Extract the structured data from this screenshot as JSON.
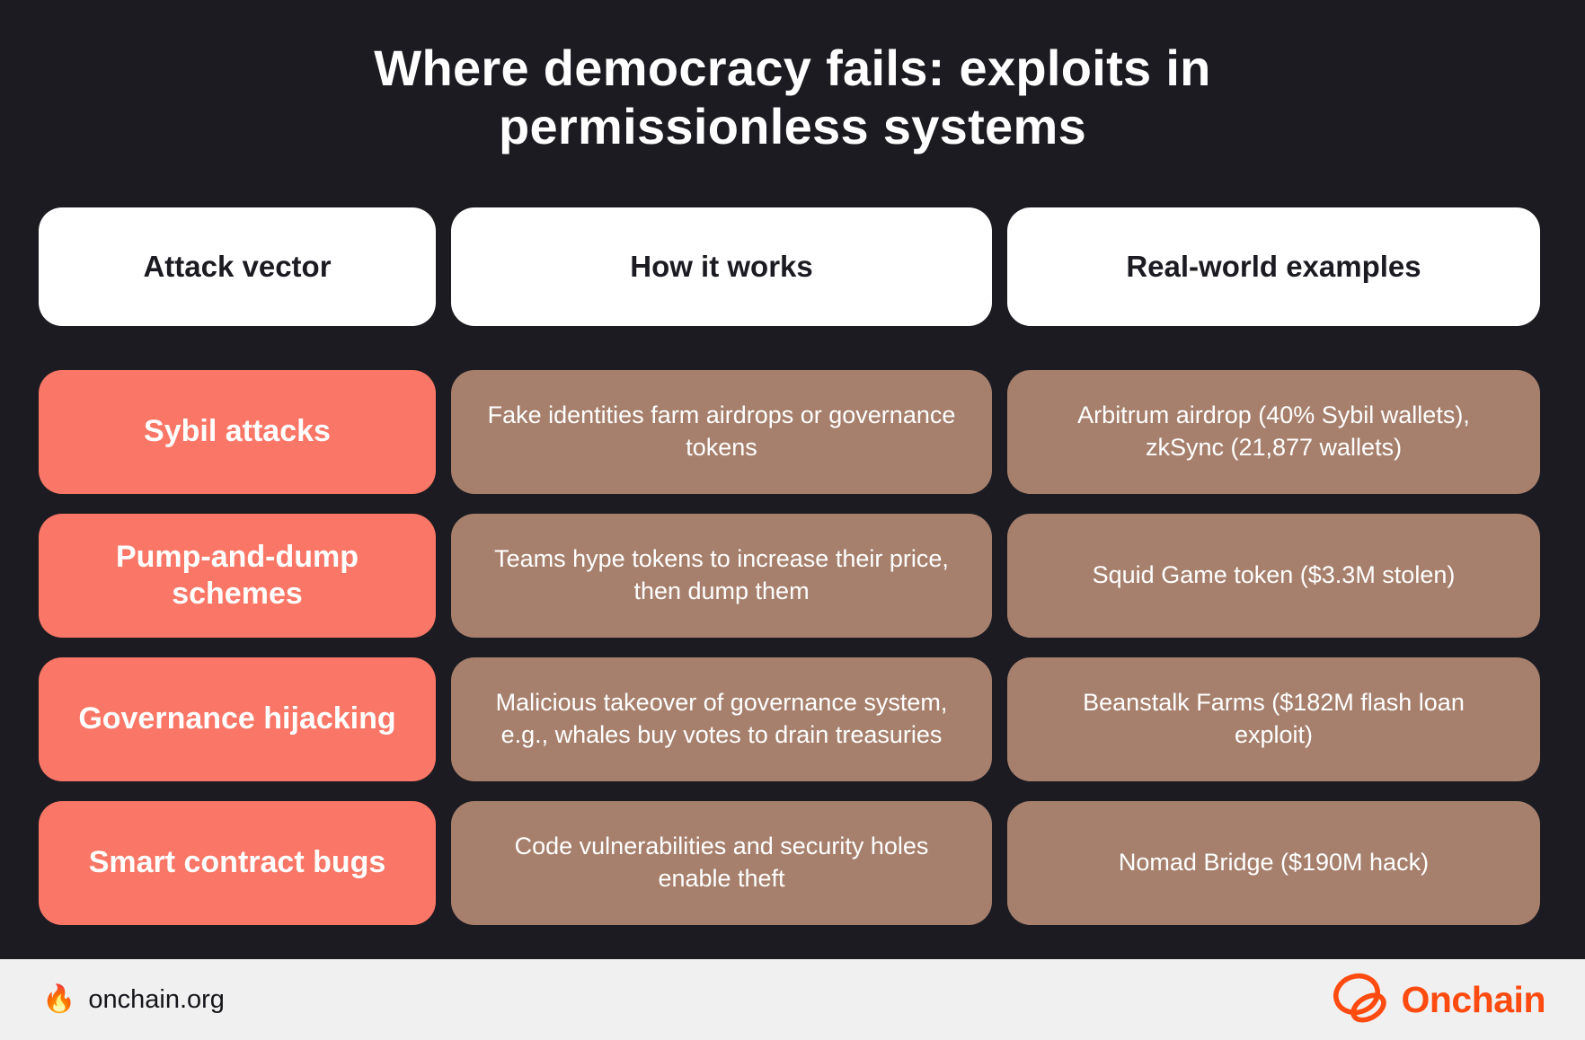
{
  "title": {
    "line1": "Where democracy fails: exploits in",
    "line2": "permissionless systems"
  },
  "colors": {
    "background": "#1B1B21",
    "header_cell_bg": "#FFFFFF",
    "attack_cell_bg": "#FA7666",
    "detail_cell_bg": "#A7806D",
    "footer_bg": "#F0F0F1",
    "brand_orange": "#FF4B0F",
    "text_light": "#FFFFFF",
    "text_dark": "#1B1B21"
  },
  "table": {
    "headers": [
      {
        "label": "Attack vector"
      },
      {
        "label": "How it works"
      },
      {
        "label": "Real-world examples"
      }
    ],
    "rows": [
      {
        "attack": "Sybil attacks",
        "how": "Fake identities farm airdrops or governance tokens",
        "example": "Arbitrum airdrop (40% Sybil wallets), zkSync (21,877 wallets)"
      },
      {
        "attack": "Pump-and-dump schemes",
        "how": "Teams hype tokens to increase their price, then dump them",
        "example": "Squid Game token ($3.3M stolen)"
      },
      {
        "attack": "Governance hijacking",
        "how": "Malicious takeover of governance system, e.g., whales buy votes to drain treasuries",
        "example": "Beanstalk Farms ($182M flash loan exploit)"
      },
      {
        "attack": "Smart contract bugs",
        "how": "Code vulnerabilities and security holes enable theft",
        "example": "Nomad Bridge ($190M hack)"
      }
    ]
  },
  "footer": {
    "flame_icon": "🔥",
    "website": "onchain.org",
    "brand": "Onchain"
  }
}
